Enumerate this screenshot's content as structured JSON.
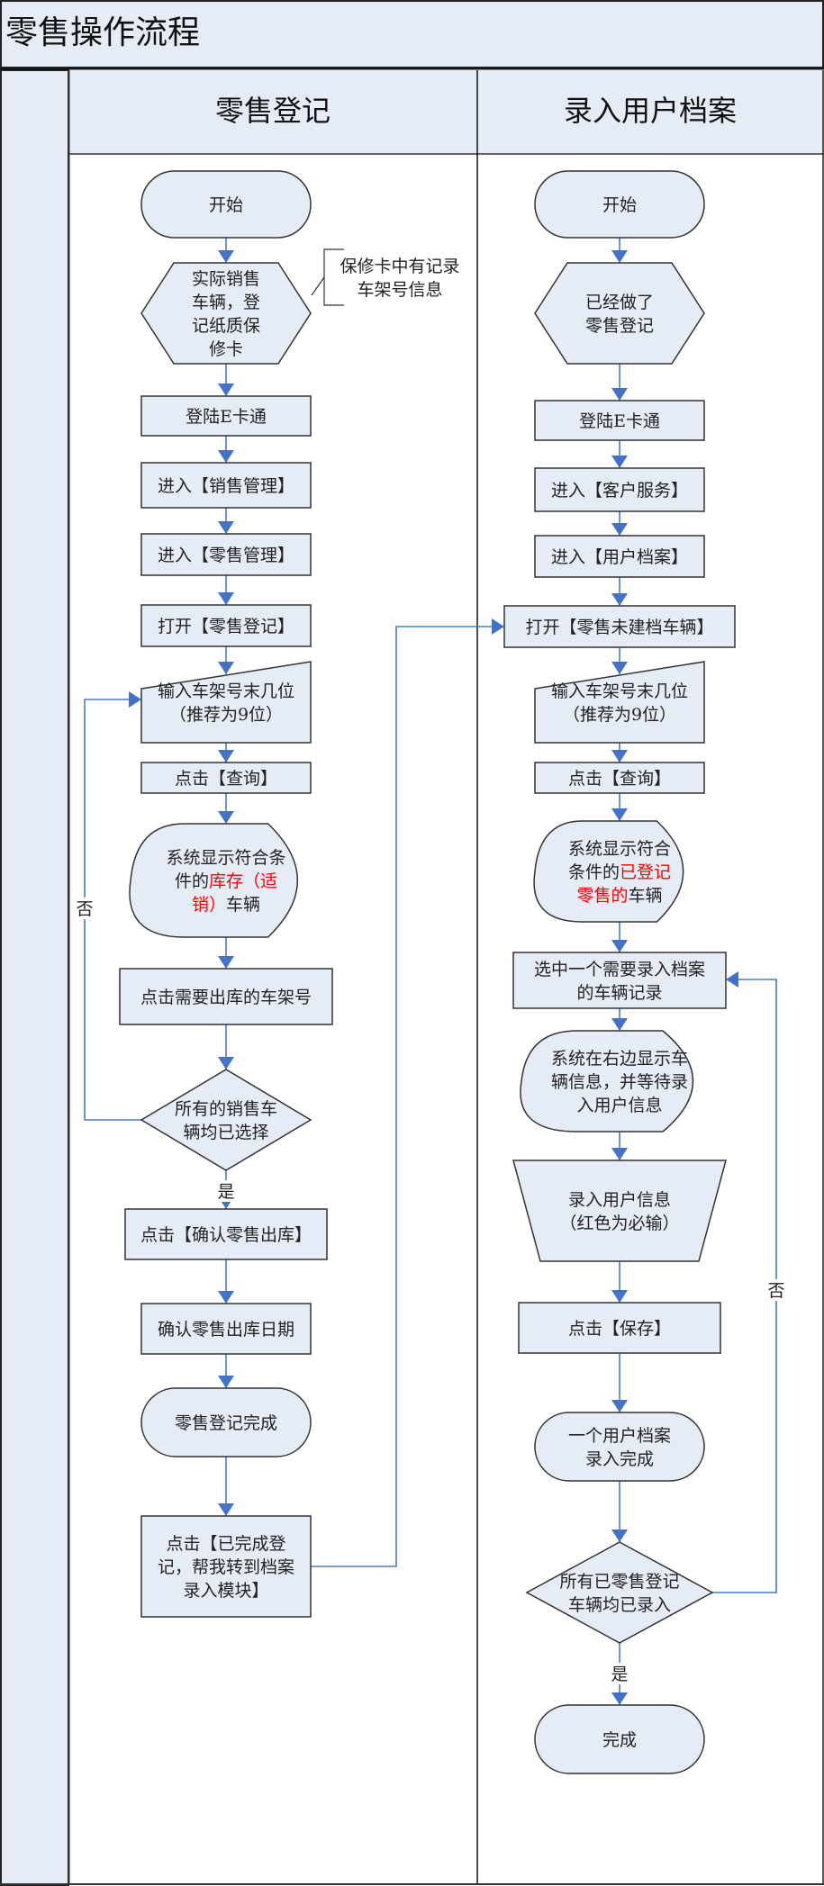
{
  "title": "零售操作流程",
  "colors": {
    "header_fill": "#e6ecf6",
    "shape_fill": "#e6ecf6",
    "connector": "#4a7bc4",
    "highlight": "#ff0000",
    "text": "#222222"
  },
  "lanes": [
    {
      "id": "lane-retail-registration",
      "title": "零售登记"
    },
    {
      "id": "lane-user-archive",
      "title": "录入用户档案"
    }
  ],
  "nodes": {
    "l_start": {
      "shape": "terminator",
      "lines": [
        [
          "开始"
        ]
      ]
    },
    "l_sell": {
      "shape": "hexagon",
      "lines": [
        [
          "实际销售"
        ],
        [
          "车辆，登"
        ],
        [
          "记纸质保"
        ],
        [
          "修卡"
        ]
      ]
    },
    "l_note": {
      "shape": "annotation",
      "lines": [
        [
          "保修卡中有记录"
        ],
        [
          "车架号信息"
        ]
      ]
    },
    "l_login": {
      "shape": "process",
      "lines": [
        [
          "登陆E卡通"
        ]
      ]
    },
    "l_sales": {
      "shape": "process",
      "lines": [
        [
          "进入【销售管理】"
        ]
      ]
    },
    "l_retail": {
      "shape": "process",
      "lines": [
        [
          "进入【零售管理】"
        ]
      ]
    },
    "l_open": {
      "shape": "process",
      "lines": [
        [
          "打开【零售登记】"
        ]
      ]
    },
    "l_input": {
      "shape": "manual-input",
      "lines": [
        [
          "输入车架号末几位"
        ],
        [
          "（推荐为9位）"
        ]
      ]
    },
    "l_query": {
      "shape": "process",
      "lines": [
        [
          "点击【查询】"
        ]
      ]
    },
    "l_display": {
      "shape": "display",
      "lines": [
        [
          "系统显示符合条"
        ],
        [
          "件的",
          "库存（适",
          "red"
        ],
        [
          "销）",
          "车辆",
          "red-first"
        ]
      ]
    },
    "l_click": {
      "shape": "process",
      "lines": [
        [
          "点击需要出库的车架号"
        ]
      ]
    },
    "l_allsel": {
      "shape": "decision",
      "lines": [
        [
          "所有的销售车"
        ],
        [
          "辆均已选择"
        ]
      ]
    },
    "l_confirm": {
      "shape": "process",
      "lines": [
        [
          "点击【确认零售出库】"
        ]
      ]
    },
    "l_date": {
      "shape": "process",
      "lines": [
        [
          "确认零售出库日期"
        ]
      ]
    },
    "l_done": {
      "shape": "terminator",
      "lines": [
        [
          "零售登记完成"
        ]
      ]
    },
    "l_goto": {
      "shape": "process",
      "lines": [
        [
          "点击【已完成登"
        ],
        [
          "记，帮我转到档案"
        ],
        [
          "录入模块】"
        ]
      ]
    },
    "r_start": {
      "shape": "terminator",
      "lines": [
        [
          "开始"
        ]
      ]
    },
    "r_did": {
      "shape": "hexagon",
      "lines": [
        [
          "已经做了"
        ],
        [
          "零售登记"
        ]
      ]
    },
    "r_login": {
      "shape": "process",
      "lines": [
        [
          "登陆E卡通"
        ]
      ]
    },
    "r_cs": {
      "shape": "process",
      "lines": [
        [
          "进入【客户服务】"
        ]
      ]
    },
    "r_ua": {
      "shape": "process",
      "lines": [
        [
          "进入【用户档案】"
        ]
      ]
    },
    "r_open": {
      "shape": "process",
      "lines": [
        [
          "打开【零售未建档车辆】"
        ]
      ]
    },
    "r_input": {
      "shape": "manual-input",
      "lines": [
        [
          "输入车架号末几位"
        ],
        [
          "（推荐为9位）"
        ]
      ]
    },
    "r_query": {
      "shape": "process",
      "lines": [
        [
          "点击【查询】"
        ]
      ]
    },
    "r_display": {
      "shape": "display",
      "lines": [
        [
          "系统显示符合"
        ],
        [
          "条件的",
          "已登记",
          "red"
        ],
        [
          "零售的",
          "车辆",
          "red-first"
        ]
      ]
    },
    "r_select": {
      "shape": "process",
      "lines": [
        [
          "选中一个需要录入档案"
        ],
        [
          "的车辆记录"
        ]
      ]
    },
    "r_show": {
      "shape": "display",
      "lines": [
        [
          "系统在右边显示车"
        ],
        [
          "辆信息，并等待录"
        ],
        [
          "入用户信息"
        ]
      ]
    },
    "r_enter": {
      "shape": "manual-operation",
      "lines": [
        [
          "录入用户信息"
        ],
        [
          "（红色为必输）"
        ]
      ]
    },
    "r_save": {
      "shape": "process",
      "lines": [
        [
          "点击【保存】"
        ]
      ]
    },
    "r_onedone": {
      "shape": "terminator",
      "lines": [
        [
          "一个用户档案"
        ],
        [
          "录入完成"
        ]
      ]
    },
    "r_all": {
      "shape": "decision",
      "lines": [
        [
          "所有已零售登记"
        ],
        [
          "车辆均已录入"
        ]
      ]
    },
    "r_finish": {
      "shape": "terminator",
      "lines": [
        [
          "完成"
        ]
      ]
    }
  },
  "edge_labels": {
    "l_no": "否",
    "l_yes": "是",
    "r_no": "否",
    "r_yes": "是"
  }
}
